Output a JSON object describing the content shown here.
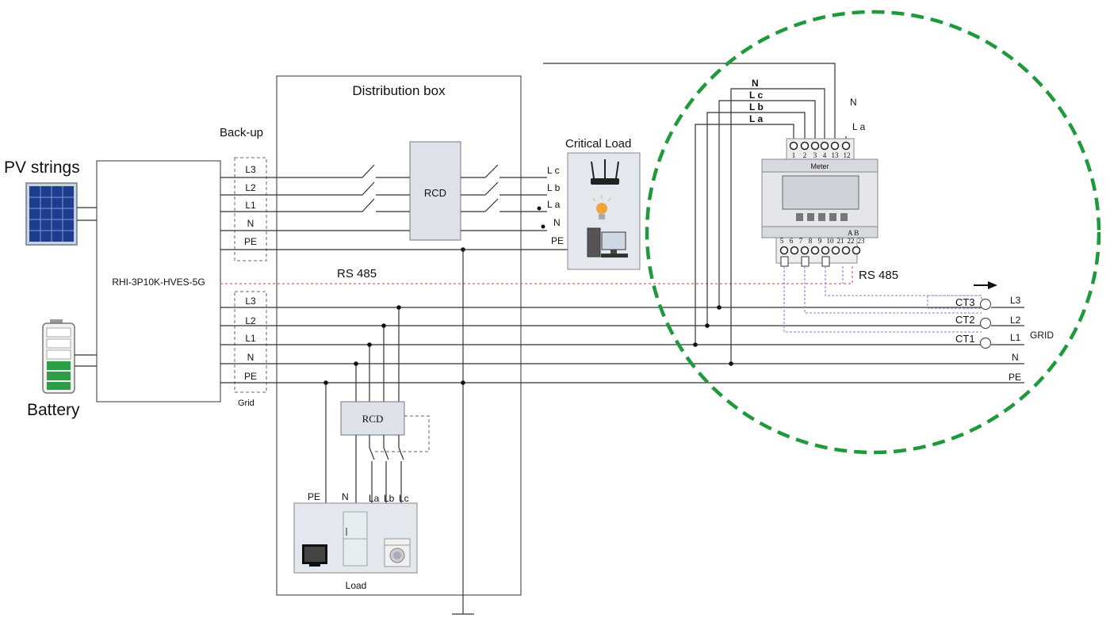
{
  "labels": {
    "pv_strings": "PV strings",
    "battery": "Battery",
    "inverter": "RHI-3P10K-HVES-5G",
    "backup": "Back-up",
    "grid_side": "Grid",
    "distribution_box": "Distribution box",
    "rcd_top": "RCD",
    "rcd_bottom": "RCD",
    "critical_load": "Critical Load",
    "load": "Load",
    "rs485_left": "RS 485",
    "rs485_right": "RS 485",
    "meter": "Meter",
    "grid": "GRID"
  },
  "backup_terminals": [
    "L3",
    "L2",
    "L1",
    "N",
    "PE"
  ],
  "grid_terminals": [
    "L3",
    "L2",
    "L1",
    "N",
    "PE"
  ],
  "critical_wires": [
    "L c",
    "L b",
    "L a",
    "N",
    "PE"
  ],
  "load_wires": [
    "PE",
    "N",
    "La",
    "Lb",
    "Lc"
  ],
  "meter_top_wires": [
    "N",
    "L c",
    "L b",
    "L a"
  ],
  "meter_side": [
    "N",
    "L a"
  ],
  "meter_top_pins": [
    "1",
    "2",
    "3",
    "4",
    "13",
    "12"
  ],
  "meter_bottom_pins": [
    "5",
    "6",
    "7",
    "8",
    "9",
    "10",
    "21",
    "22",
    "23"
  ],
  "meter_ab": "A  B",
  "ct_labels": [
    "CT3",
    "CT2",
    "CT1"
  ],
  "grid_lines": [
    "L3",
    "L2",
    "L1",
    "N",
    "PE"
  ],
  "colors": {
    "highlight_circle": "#1f9a3a",
    "rs485_line": "#e0625a",
    "ct_wires": "#8a7fd4",
    "battery_cell": "#2e9e47"
  }
}
